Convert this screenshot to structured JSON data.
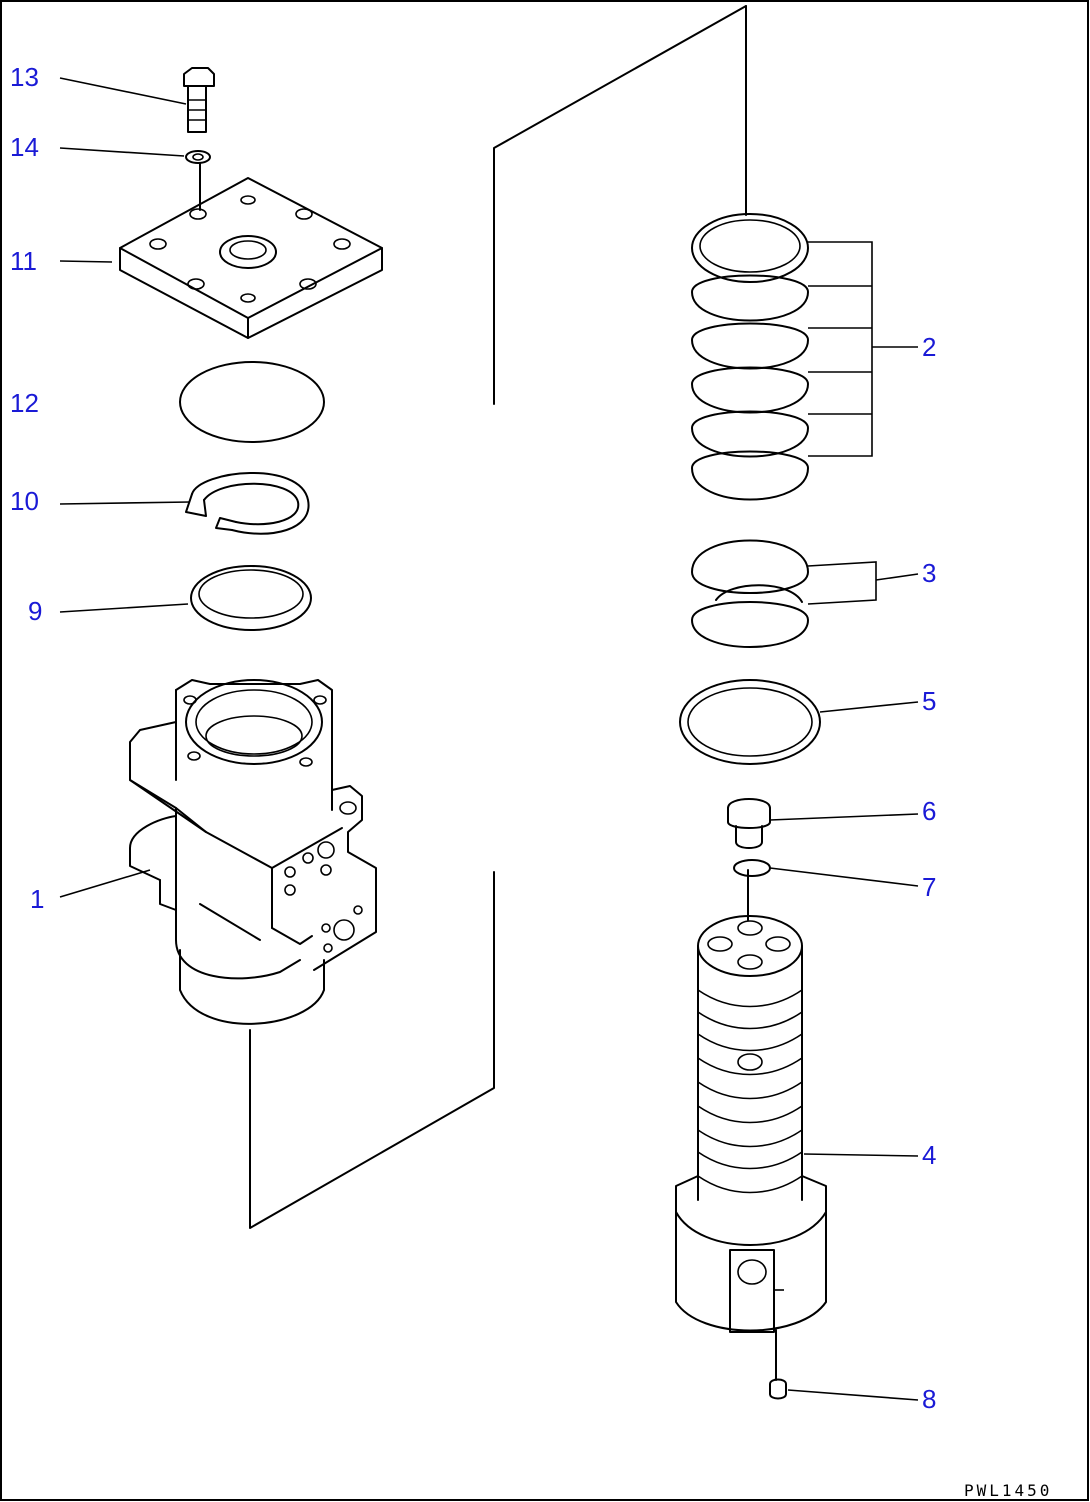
{
  "diagram": {
    "drawing_code": "PWL1450",
    "callouts": [
      {
        "id": "c13",
        "label": "13"
      },
      {
        "id": "c14",
        "label": "14"
      },
      {
        "id": "c11",
        "label": "11"
      },
      {
        "id": "c12",
        "label": "12"
      },
      {
        "id": "c10",
        "label": "10"
      },
      {
        "id": "c9",
        "label": "9"
      },
      {
        "id": "c1",
        "label": "1"
      },
      {
        "id": "c2",
        "label": "2"
      },
      {
        "id": "c3",
        "label": "3"
      },
      {
        "id": "c5",
        "label": "5"
      },
      {
        "id": "c6",
        "label": "6"
      },
      {
        "id": "c7",
        "label": "7"
      },
      {
        "id": "c4",
        "label": "4"
      },
      {
        "id": "c8",
        "label": "8"
      }
    ],
    "colors": {
      "callout_text": "#1a1ad6",
      "line": "#000000"
    }
  }
}
